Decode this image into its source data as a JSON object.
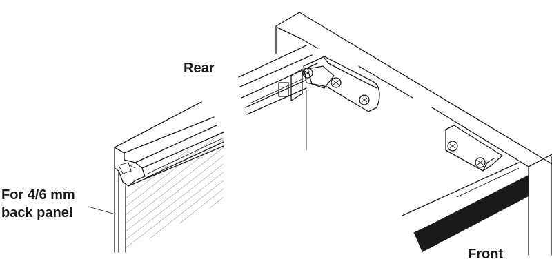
{
  "labels": {
    "rear": "Rear",
    "front": "Front",
    "back_panel_line1": "For 4/6 mm",
    "back_panel_line2": "back panel"
  },
  "colors": {
    "line": "#1a1a1a",
    "hatch": "#9a9a9a",
    "background": "#ffffff",
    "front_strip": "#1a1a1a"
  },
  "icons": [
    "screw-icon",
    "screw-icon",
    "screw-icon",
    "screw-icon"
  ]
}
